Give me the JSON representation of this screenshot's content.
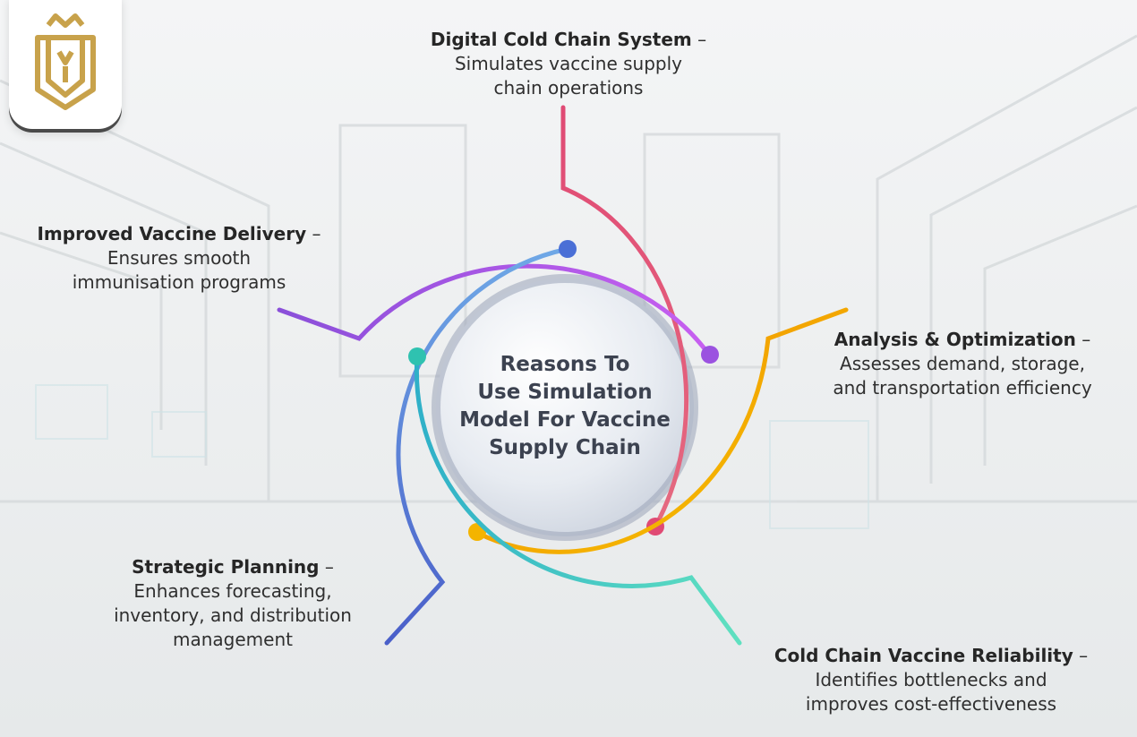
{
  "center": {
    "title_lines": [
      "Reasons To",
      "Use Simulation",
      "Model For Vaccine",
      "Supply Chain"
    ]
  },
  "items": [
    {
      "key": "top",
      "title": "Digital Cold Chain System",
      "desc_lines": [
        "Simulates vaccine supply",
        "chain operations"
      ],
      "color": "#e04a74"
    },
    {
      "key": "right",
      "title": "Analysis & Optimization",
      "desc_lines": [
        "Assesses demand, storage,",
        "and transportation efficiency"
      ],
      "color": "#f6c400"
    },
    {
      "key": "left",
      "title": "Improved Vaccine Delivery",
      "desc_lines": [
        "Ensures smooth",
        "immunisation programs"
      ],
      "color": "#8a4fd9"
    },
    {
      "key": "bottom_left",
      "title": "Strategic Planning",
      "desc_lines": [
        "Enhances forecasting,",
        "inventory, and distribution",
        "management"
      ],
      "color": "#4a5fc9"
    },
    {
      "key": "bottom_right",
      "title": "Cold Chain Vaccine Reliability",
      "desc_lines": [
        "Identifies bottlenecks and",
        "improves cost-effectiveness"
      ],
      "color": "#3fc9b8"
    }
  ],
  "separator": "–",
  "colors": {
    "logo_gold": "#c8a24b",
    "center_fill": "#dfe4ec",
    "center_ring": "#9aa4b8"
  },
  "icons": {
    "logo": "crown-shield-logo"
  }
}
